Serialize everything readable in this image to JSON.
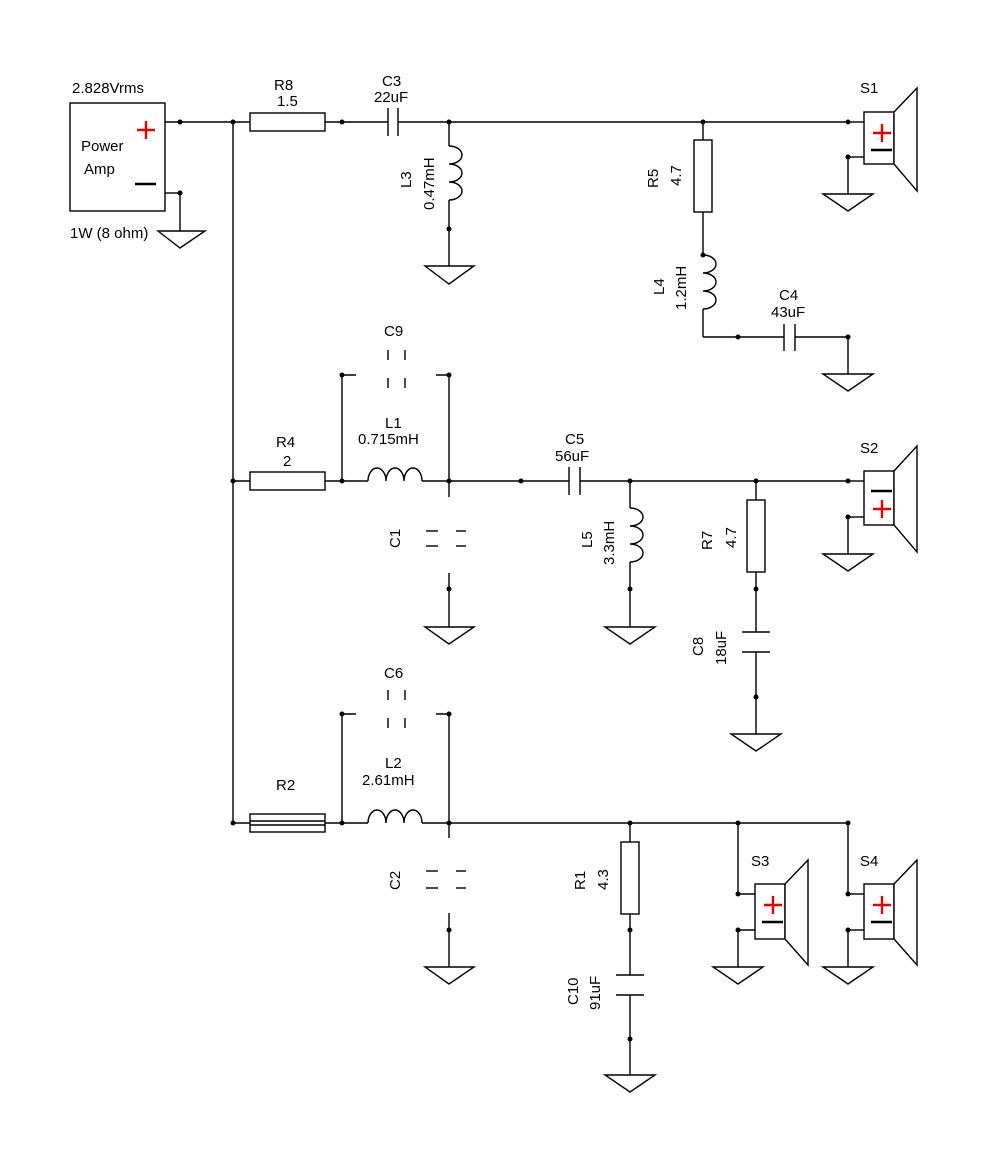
{
  "source": {
    "voltage": "2.828Vrms",
    "line1": "Power",
    "line2": "Amp",
    "note": "1W (8 ohm)",
    "plus": "+",
    "minus": "−"
  },
  "components": {
    "R8": {
      "ref": "R8",
      "value": "1.5"
    },
    "C3": {
      "ref": "C3",
      "value": "22uF"
    },
    "L3": {
      "ref": "L3",
      "value": "0.47mH"
    },
    "R5": {
      "ref": "R5",
      "value": "4.7"
    },
    "L4": {
      "ref": "L4",
      "value": "1.2mH"
    },
    "C4": {
      "ref": "C4",
      "value": "43uF"
    },
    "C9": {
      "ref": "C9"
    },
    "R4": {
      "ref": "R4",
      "value": "2"
    },
    "L1": {
      "ref": "L1",
      "value": "0.715mH"
    },
    "C1": {
      "ref": "C1"
    },
    "C5": {
      "ref": "C5",
      "value": "56uF"
    },
    "L5": {
      "ref": "L5",
      "value": "3.3mH"
    },
    "R7": {
      "ref": "R7",
      "value": "4.7"
    },
    "C8": {
      "ref": "C8",
      "value": "18uF"
    },
    "C6": {
      "ref": "C6"
    },
    "R2": {
      "ref": "R2"
    },
    "L2": {
      "ref": "L2",
      "value": "2.61mH"
    },
    "C2": {
      "ref": "C2"
    },
    "R1": {
      "ref": "R1",
      "value": "4.3"
    },
    "C10": {
      "ref": "C10",
      "value": "91uF"
    }
  },
  "speakers": {
    "S1": {
      "ref": "S1"
    },
    "S2": {
      "ref": "S2"
    },
    "S3": {
      "ref": "S3"
    },
    "S4": {
      "ref": "S4"
    }
  },
  "colors": {
    "wire": "#000000",
    "polarity_plus": "#e00000"
  }
}
